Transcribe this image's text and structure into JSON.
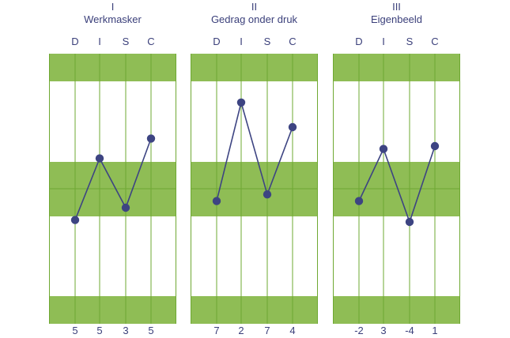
{
  "chart_data": {
    "type": "line",
    "categories": [
      "D",
      "I",
      "S",
      "C"
    ],
    "band_color": "#8fbd55",
    "line_color": "#3d4482",
    "line_green": "#6ea832",
    "panels": [
      {
        "roman": "I",
        "title": "Werkmasker",
        "scores": [
          "5",
          "5",
          "3",
          "5"
        ],
        "levels": [
          -0.33,
          0.32,
          -0.2,
          0.53
        ]
      },
      {
        "roman": "II",
        "title": "Gedrag onder druk",
        "scores": [
          "7",
          "2",
          "7",
          "4"
        ],
        "levels": [
          -0.13,
          0.91,
          -0.06,
          0.65
        ]
      },
      {
        "roman": "III",
        "title": "Eigenbeeld",
        "scores": [
          "-2",
          "3",
          "-4",
          "1"
        ],
        "levels": [
          -0.13,
          0.42,
          -0.35,
          0.45
        ]
      }
    ],
    "ylim": [
      -1,
      1
    ]
  }
}
